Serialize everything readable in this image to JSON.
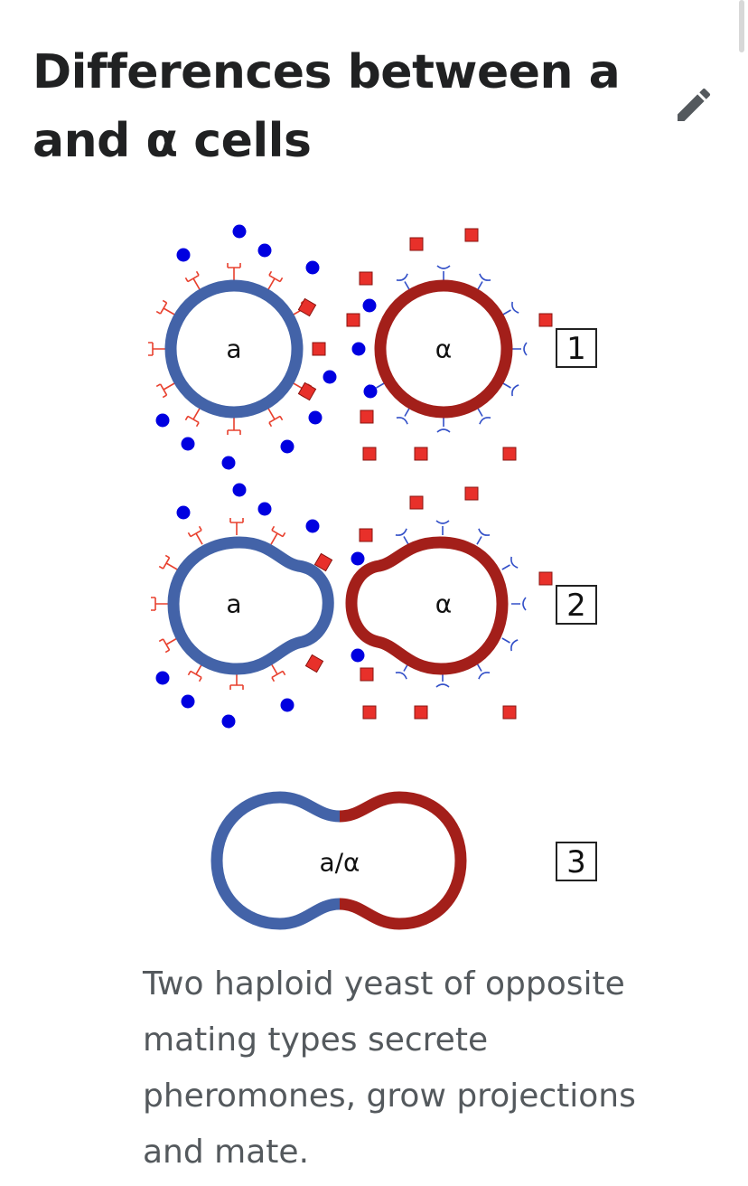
{
  "section": {
    "title": "Differences between a and α cells",
    "edit_icon": "pencil-icon"
  },
  "figure": {
    "cell_a_label": "a",
    "cell_alpha_label": "α",
    "diploid_label": "a/α",
    "steps": [
      "1",
      "2",
      "3"
    ],
    "colors": {
      "a_cell": "#4363a8",
      "alpha_cell": "#a31f1a",
      "a_pheromone": "#0000e0",
      "alpha_pheromone": "#e8302a",
      "a_receptor": "#e8402e",
      "alpha_receptor": "#3350c8"
    }
  },
  "caption": "Two haploid yeast of opposite mating types secrete pheromones, grow projections and mate."
}
